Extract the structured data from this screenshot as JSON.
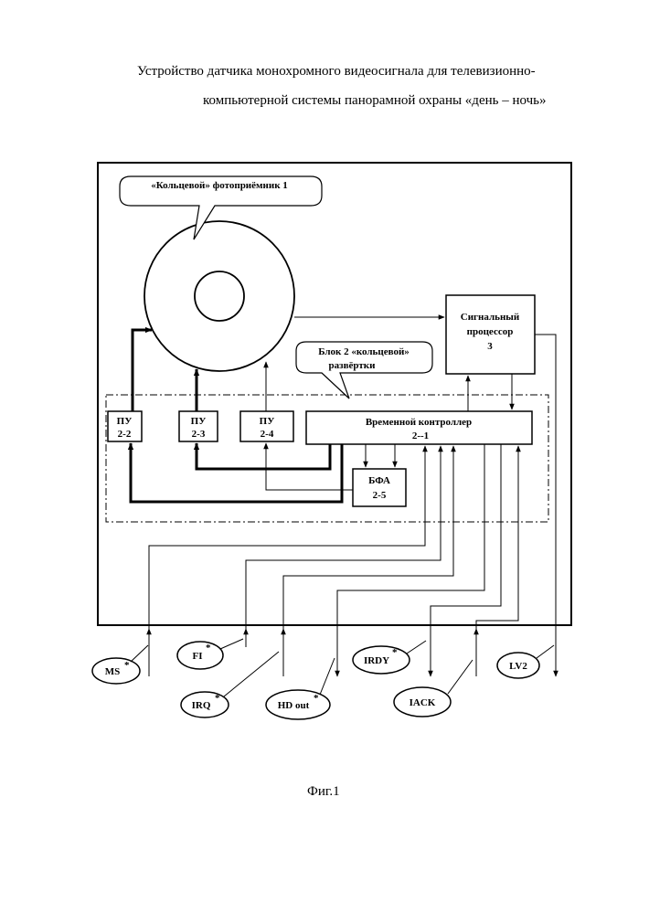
{
  "title": {
    "line1": "Устройство датчика монохромного видеосигнала для  телевизионно-",
    "line2": "компьютерной системы панорамной охраны «день – ночь»"
  },
  "callouts": {
    "ring_receiver": "«Кольцевой» фотоприёмник 1",
    "scan_block_line1": "Блок 2 «кольцевой»",
    "scan_block_line2": "развёртки"
  },
  "blocks": {
    "signal_processor": {
      "line1": "Сигнальный",
      "line2": "процессор",
      "line3": "3"
    },
    "pu_2_2": {
      "line1": "ПУ",
      "line2": "2-2"
    },
    "pu_2_3": {
      "line1": "ПУ",
      "line2": "2-3"
    },
    "pu_2_4": {
      "line1": "ПУ",
      "line2": "2-4"
    },
    "timing_controller": {
      "line1": "Временной контроллер",
      "line2": "2--1"
    },
    "bfa": {
      "line1": "БФА",
      "line2": "2-5"
    }
  },
  "signals": {
    "ms": "MS",
    "fi": "FI",
    "irq": "IRQ",
    "hd_out": "HD out",
    "irdy": "IRDY",
    "iack": "IACK",
    "lv2": "LV2",
    "active_low_mark": "*"
  },
  "caption": "Фиг.1"
}
